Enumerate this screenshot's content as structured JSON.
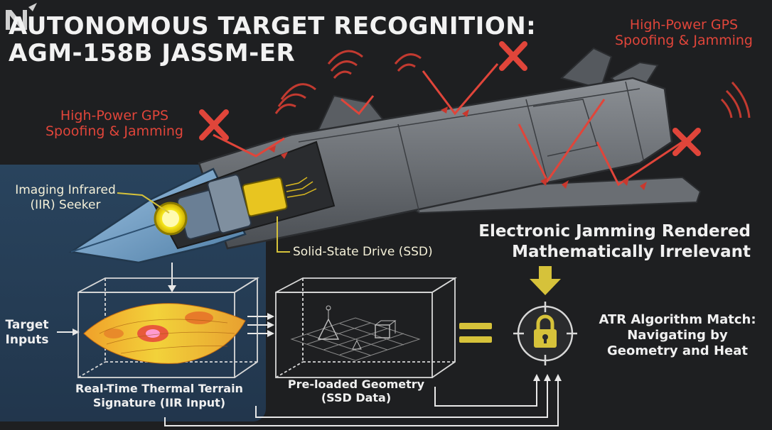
{
  "title": {
    "line1": "AUTONOMOUS TARGET RECOGNITION:",
    "line2": "AGM-158B JASSM-ER"
  },
  "jamming": {
    "left_line1": "High-Power GPS",
    "left_line2": "Spoofing & Jamming",
    "right_line1": "High-Power GPS",
    "right_line2": "Spoofing & Jamming"
  },
  "seeker": {
    "line1": "Imaging Infrared",
    "line2": "(IIR) Seeker"
  },
  "ssd_label": "Solid-State Drive (SSD)",
  "irrelevant": {
    "line1": "Electronic Jamming Rendered",
    "line2": "Mathematically Irrelevant"
  },
  "inputs": {
    "line1": "Target",
    "line2": "Inputs"
  },
  "thermal": {
    "line1": "Real-Time Thermal Terrain",
    "line2": "Signature (IIR Input)"
  },
  "geometry": {
    "line1": "Pre-loaded Geometry",
    "line2": "(SSD Data)"
  },
  "atr": {
    "line1": "ATR Algorithm Match:",
    "line2": "Navigating by",
    "line3": "Geometry and Heat"
  },
  "colors": {
    "accent_yellow": "#d6c23a",
    "jam_red": "#e0453a",
    "seeker_glow": "#f5e51a",
    "panel_blue": "#2a4d6e"
  },
  "icons": [
    "logo-icon",
    "x-mark-icon",
    "signal-waves-icon",
    "lock-icon",
    "equals-icon",
    "down-arrow-icon"
  ]
}
